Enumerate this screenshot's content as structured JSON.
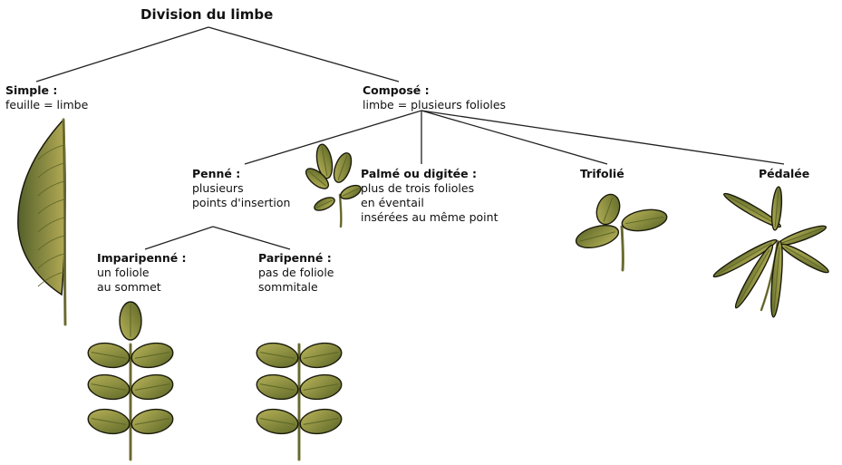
{
  "title": "Division du limbe",
  "colors": {
    "leaf_light": "#a8a44e",
    "leaf_dark": "#5c6626",
    "outline": "#1a1a0c",
    "line": "#222222"
  },
  "nodes": {
    "simple": {
      "title": "Simple :",
      "lines": [
        "feuille = limbe"
      ]
    },
    "compose": {
      "title": "Composé :",
      "lines": [
        "limbe = plusieurs folioles"
      ]
    },
    "penne": {
      "title": "Penné :",
      "lines": [
        "plusieurs",
        "points d'insertion"
      ]
    },
    "palme": {
      "title": "Palmé ou digitée :",
      "lines": [
        "plus de trois folioles",
        "en éventail",
        "insérées au même point"
      ]
    },
    "trifolie": {
      "title": "Trifolié",
      "lines": []
    },
    "pedalee": {
      "title": "Pédalée",
      "lines": []
    },
    "imparipenne": {
      "title": "Imparipenné :",
      "lines": [
        "un foliole",
        "au sommet"
      ]
    },
    "paripenne": {
      "title": "Paripenné :",
      "lines": [
        "pas de foliole",
        "sommitale"
      ]
    }
  },
  "illustrations": [
    "simple-leaf",
    "palmate-leaf",
    "trifoliate-leaf",
    "pedate-leaf",
    "imparipinnate-leaf",
    "paripinnate-leaf"
  ]
}
